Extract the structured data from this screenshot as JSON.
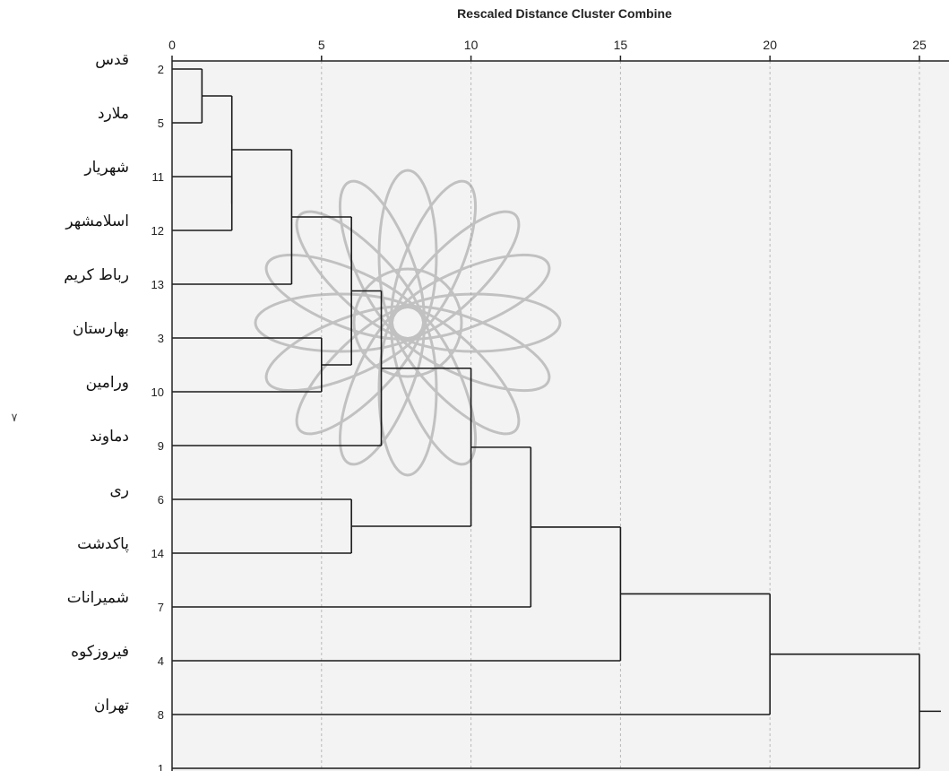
{
  "chart_data": {
    "type": "dendrogram",
    "title": "Rescaled Distance Cluster Combine",
    "x_ticks": [
      0,
      5,
      10,
      15,
      20,
      25
    ],
    "xlim": [
      0,
      25
    ],
    "grid": "vertical dashed at major ticks",
    "leaves": [
      {
        "id": "2",
        "name": "قدس"
      },
      {
        "id": "5",
        "name": "ملارد"
      },
      {
        "id": "11",
        "name": "شهریار"
      },
      {
        "id": "12",
        "name": "اسلامشهر"
      },
      {
        "id": "13",
        "name": "رباط کریم"
      },
      {
        "id": "3",
        "name": "بهارستان"
      },
      {
        "id": "10",
        "name": "ورامین"
      },
      {
        "id": "9",
        "name": "دماوند"
      },
      {
        "id": "6",
        "name": "ری"
      },
      {
        "id": "14",
        "name": "پاکدشت"
      },
      {
        "id": "7",
        "name": "شمیرانات"
      },
      {
        "id": "4",
        "name": "فیروزکوه"
      },
      {
        "id": "8",
        "name": "تهران"
      },
      {
        "id": "1",
        "name": ""
      }
    ],
    "merges": [
      {
        "a": "L:2",
        "b": "L:5",
        "distance": 1
      },
      {
        "a": "L:11",
        "b": "L:12",
        "distance": 2
      },
      {
        "a": "M:0",
        "b": "M:1",
        "distance": 2
      },
      {
        "a": "M:2",
        "b": "L:13",
        "distance": 4
      },
      {
        "a": "L:3",
        "b": "L:10",
        "distance": 5
      },
      {
        "a": "M:3",
        "b": "M:4",
        "distance": 6
      },
      {
        "a": "M:5",
        "b": "L:9",
        "distance": 7
      },
      {
        "a": "L:6",
        "b": "L:14",
        "distance": 6
      },
      {
        "a": "M:6",
        "b": "M:7",
        "distance": 10
      },
      {
        "a": "M:8",
        "b": "L:7",
        "distance": 12
      },
      {
        "a": "M:9",
        "b": "L:4",
        "distance": 15
      },
      {
        "a": "M:10",
        "b": "L:8",
        "distance": 20
      },
      {
        "a": "M:11",
        "b": "L:1",
        "distance": 25
      }
    ]
  },
  "page": {
    "side_mark": "٧"
  },
  "colors": {
    "lines": "#1a1a1a",
    "axis": "#222222",
    "plot_bg": "#f3f3f3",
    "grid": "#b8b8b8",
    "watermark": "#9a9a9a"
  }
}
